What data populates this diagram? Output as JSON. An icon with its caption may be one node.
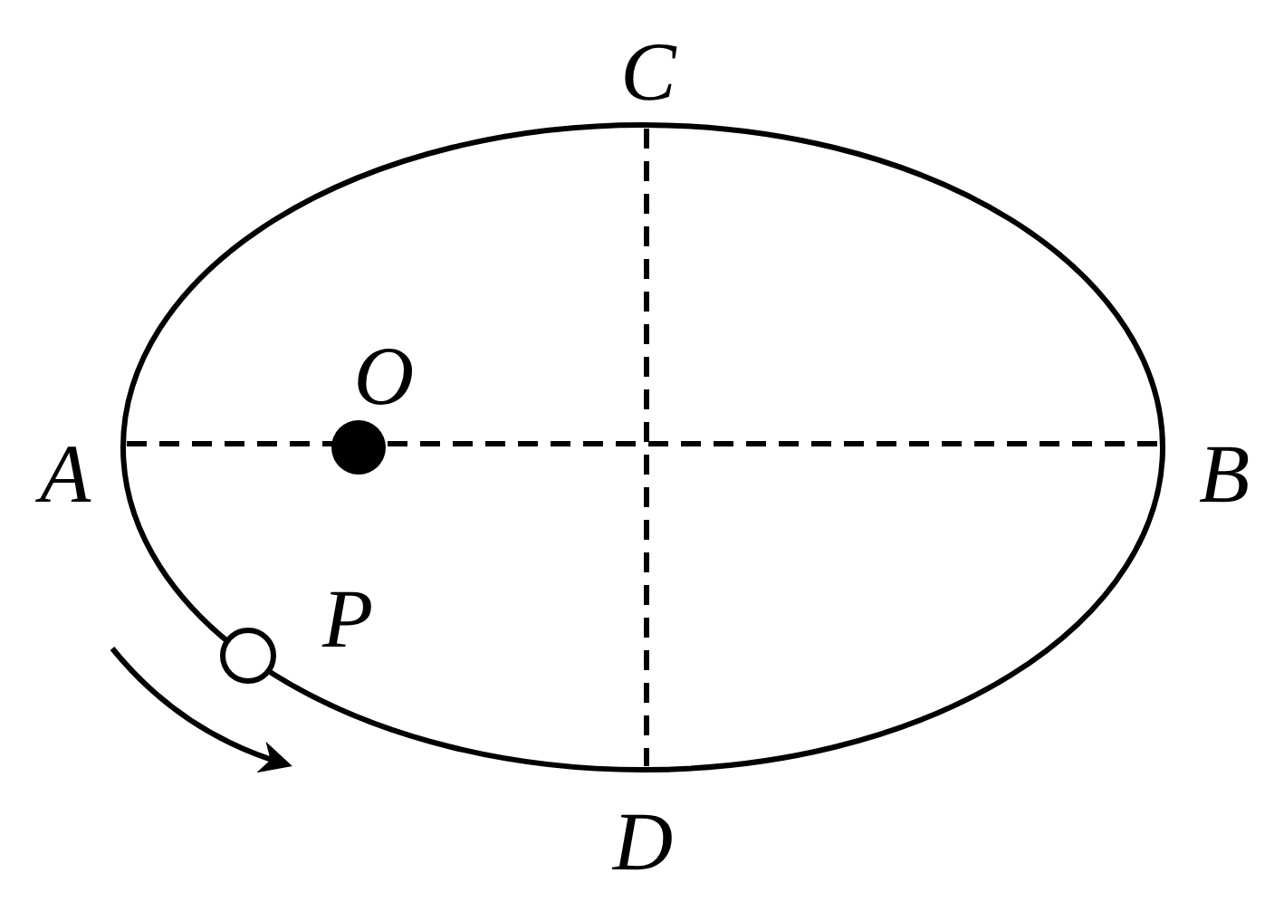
{
  "diagram": {
    "labels": [
      "C",
      "O",
      "A",
      "B",
      "P",
      "D"
    ]
  }
}
